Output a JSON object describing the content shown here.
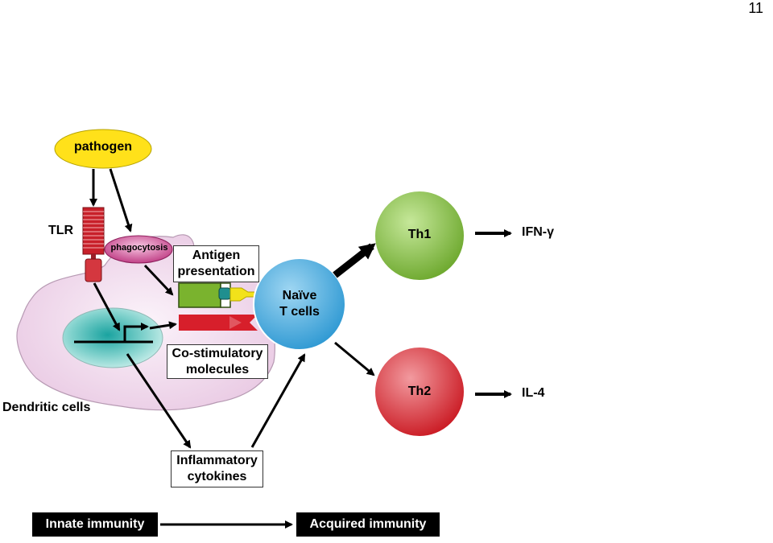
{
  "page_number": "11",
  "pathogen": "pathogen",
  "tlr": "TLR",
  "phagocytosis": "phagocytosis",
  "antigen_presentation": [
    "Antigen",
    "presentation"
  ],
  "costimulatory": [
    "Co-stimulatory",
    "molecules"
  ],
  "inflammatory": [
    "Inflammatory",
    "cytokines"
  ],
  "dendritic_cells": "Dendritic cells",
  "naive_t_cells": [
    "Naïve",
    "T cells"
  ],
  "th1": "Th1",
  "th2": "Th2",
  "ifn": "IFN-γ",
  "il4": "IL-4",
  "innate": "Innate immunity",
  "acquired": "Acquired immunity",
  "colors": {
    "pathogen": "#ffe11a",
    "receptor_red": "#c8202a",
    "phago": "#c0307c",
    "cell": "#f3dff0",
    "nucleus": "#5fc2bd",
    "mhc_green": "#7ab32e",
    "teal": "#1f8f8f",
    "yellow": "#f2e21a",
    "costim_red": "#d71f2b",
    "naive": "#3aa6de",
    "th1": "#7cb82f",
    "th2": "#d61f2c"
  }
}
